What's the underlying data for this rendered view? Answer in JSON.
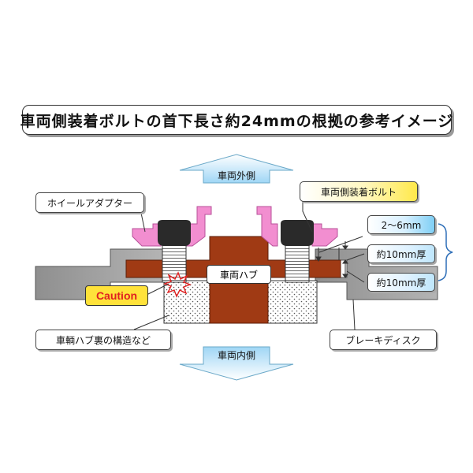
{
  "title": "車両側装着ボルトの首下長さ約24mmの根拠の参考イメージ",
  "arrows": {
    "vehicle_outer": "車両外側",
    "vehicle_inner": "車両内側"
  },
  "callouts": {
    "wheel_adapter": "ホイールアダプター",
    "vehicle_bolt": "車両側装着ボルト",
    "gap": "2～6mm",
    "thickness_1": "約10mm厚",
    "thickness_2": "約10mm厚",
    "hub_back_structure": "車輌ハブ裏の構造など",
    "brake_disc": "ブレーキディスク"
  },
  "hub_label": "車両ハブ",
  "caution": "Caution",
  "colors": {
    "hub": "#a03a14",
    "adapter": "#f28ed0",
    "bolt_head": "#2a2a2a",
    "disc": "#9e9e9e",
    "caution_bg": "#ffe23a",
    "caution_text": "#e02020",
    "arrow": "#bfe6fb"
  }
}
